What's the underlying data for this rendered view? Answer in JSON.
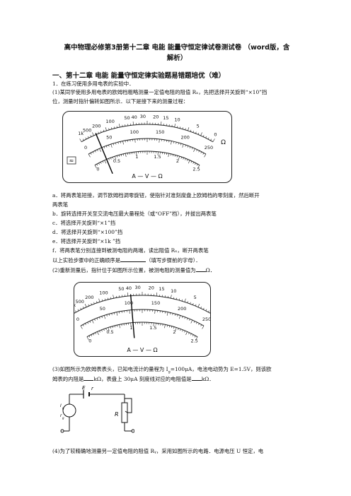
{
  "title": {
    "line1": "高中物理必修第3册第十二章  电能  能量守恒定律试卷测试卷  （word版，含",
    "line2": "解析）"
  },
  "section_heading": "一、第十二章 电能 能量守恒定律实验题易错题培优（难）",
  "question": {
    "intro": "1．在练习使用多用电表的实验中．",
    "p1_line1": "(1)某同学使用多用电表的欧姆档粗略测量一定值电阻的阻值 Rₓ，先把选择开关旋到“×10”挡",
    "p1_line2": "位，测量时指针偏转如图所示．以下是接下来的测量过程：",
    "options": [
      "a．将两表笔短接，调节欧姆档调零旋钮，使指针对准刻度盘上欧姆档的零刻度，然后断开",
      "两表笔",
      "b．旋转选择开关至交流电压最大量程处（或“OFF”档），并拔出两表笔",
      "c．将选择开关旋到“×1”挡",
      "d．将选择开关旋到“×100”挡",
      "e．将选择开关旋到“×1k ”挡",
      "f．将两表笔分别连接到被测电阻的两端，读出阻值 Rₓ，断开两表笔"
    ],
    "order_prompt_pre": "以上实验步骤中的正确顺序是",
    "order_prompt_post": "（填写步骤前的字母）．",
    "p2_pre": "(2)重新测量后，指针位于如图所示位置，被测电阻的测量值为",
    "p2_post": "Ω．",
    "p3_line1_pre": "(3)如图所示为欧姆表表头，已知电流计的量程为 I",
    "p3_line1_sub": "g",
    "p3_line1_mid": "=100μA，电池电动势为 E=1.5V，则该欧",
    "p3_line2_pre": "姆表的内阻是",
    "p3_line2_mid": "kΩ，表盘上 30μA 刻度线对应的电阻值是",
    "p3_line2_post": "kΩ．",
    "p4_line": "(4)为了较精确地测量另一定值电阻的阻值 Rᵧ，采用如图所示的电路．电源电压 U 恒定，电"
  },
  "meter1": {
    "ohm_ticks": [
      "1k",
      "500",
      "200",
      "100",
      "50",
      "40",
      "30",
      "20",
      "15",
      "10",
      "5",
      "0"
    ],
    "current_ticks": [
      "0",
      "50",
      "100",
      "150",
      "200",
      "250"
    ],
    "lower_ticks": [
      "0",
      "0.5",
      "1",
      "1.5",
      "2",
      "2.5"
    ],
    "ohm_symbol": "Ω",
    "bottom_label": "A — V — Ω",
    "ac_symbol": "≈",
    "pointer_fraction": 0.12
  },
  "meter2": {
    "ohm_ticks": [
      "1k",
      "500",
      "200",
      "100",
      "50",
      "40",
      "30",
      "20",
      "15",
      "10",
      "5",
      "0"
    ],
    "current_ticks": [
      "0",
      "50",
      "100",
      "150",
      "200",
      "250"
    ],
    "lower_ticks": [
      "0",
      "0.5",
      "1",
      "1.5",
      "2",
      "2.5"
    ],
    "ohm_symbol": "Ω",
    "bottom_label": "A — V — Ω",
    "pointer_fraction": 0.42
  },
  "circuit": {
    "labels": [
      "E",
      "r",
      "I",
      "g",
      "r",
      "g",
      "R"
    ]
  }
}
